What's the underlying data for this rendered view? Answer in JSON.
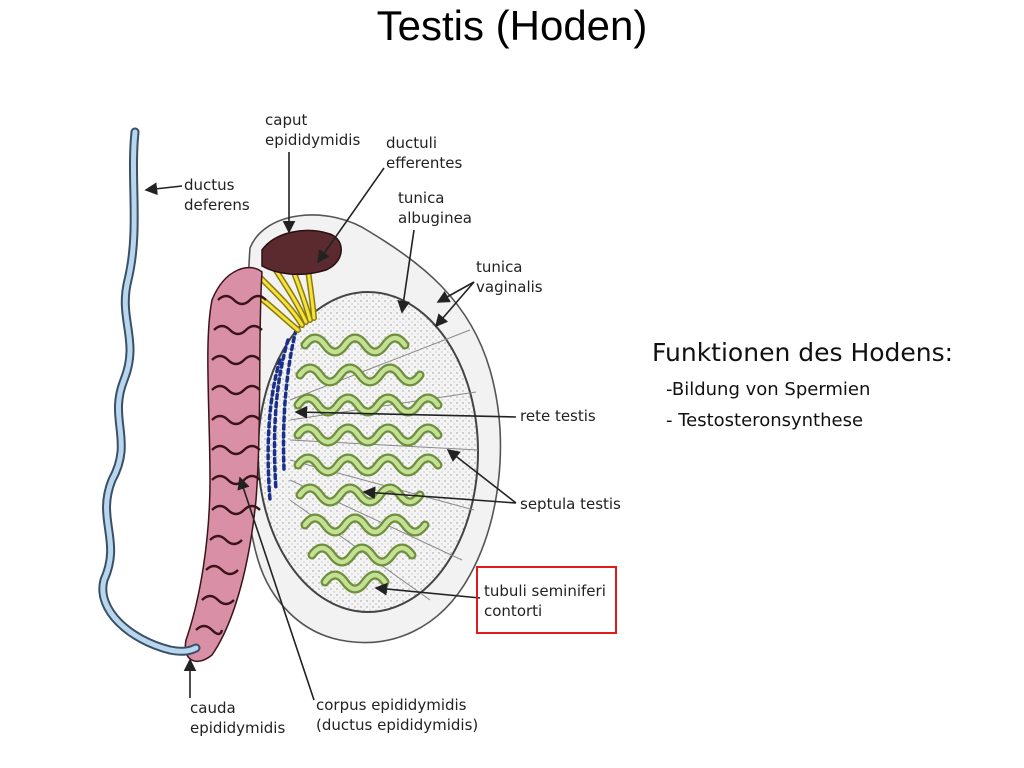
{
  "title": "Testis (Hoden)",
  "labels": {
    "caput_1": "caput",
    "caput_2": "epididymidis",
    "ductuli_1": "ductuli",
    "ductuli_2": "efferentes",
    "ductus_1": "ductus",
    "ductus_2": "deferens",
    "albuginea_1": "tunica",
    "albuginea_2": "albuginea",
    "vaginalis_1": "tunica",
    "vaginalis_2": "vaginalis",
    "rete": "rete testis",
    "septula": "septula testis",
    "tubuli_1": "tubuli seminiferi",
    "tubuli_2": "contorti",
    "cauda_1": "cauda",
    "cauda_2": "epididymidis",
    "corpus_1": "corpus epididymidis",
    "corpus_2": "(ductus epididymidis)"
  },
  "functions": {
    "heading": "Funktionen des Hodens:",
    "items": [
      "-Bildung von Spermien",
      "- Testosteronsynthese"
    ]
  },
  "colors": {
    "ductus_deferens": "#b9d6ec",
    "epididymis": "#d98fa6",
    "efferent": "#f5e23a",
    "tubules": "#a6c97a",
    "rete": "#1a2f8a",
    "stipple": "#e8e8e8",
    "highlight": "#e01b1b"
  }
}
